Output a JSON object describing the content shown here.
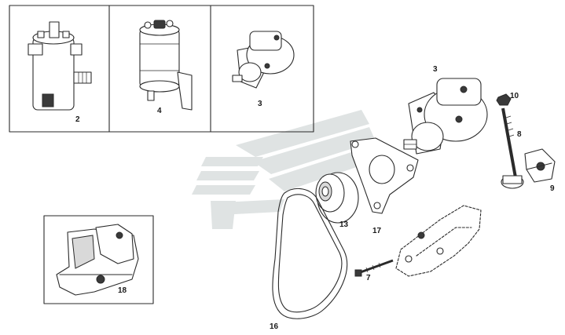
{
  "colors": {
    "line": "#2a2a2a",
    "watermark": "#dfe3e3",
    "background": "#ffffff"
  },
  "watermark": {
    "icon": "stylized-wings-logo"
  },
  "inset_box": {
    "labels": [
      "2",
      "4",
      "3"
    ]
  },
  "inset_18": {
    "label": "18"
  },
  "callouts": {
    "pump_main": "3",
    "nut": "10",
    "bolt": "8",
    "clamp": "9",
    "bracket": "17",
    "pulley": "13",
    "screw": "7",
    "belt": "16"
  }
}
